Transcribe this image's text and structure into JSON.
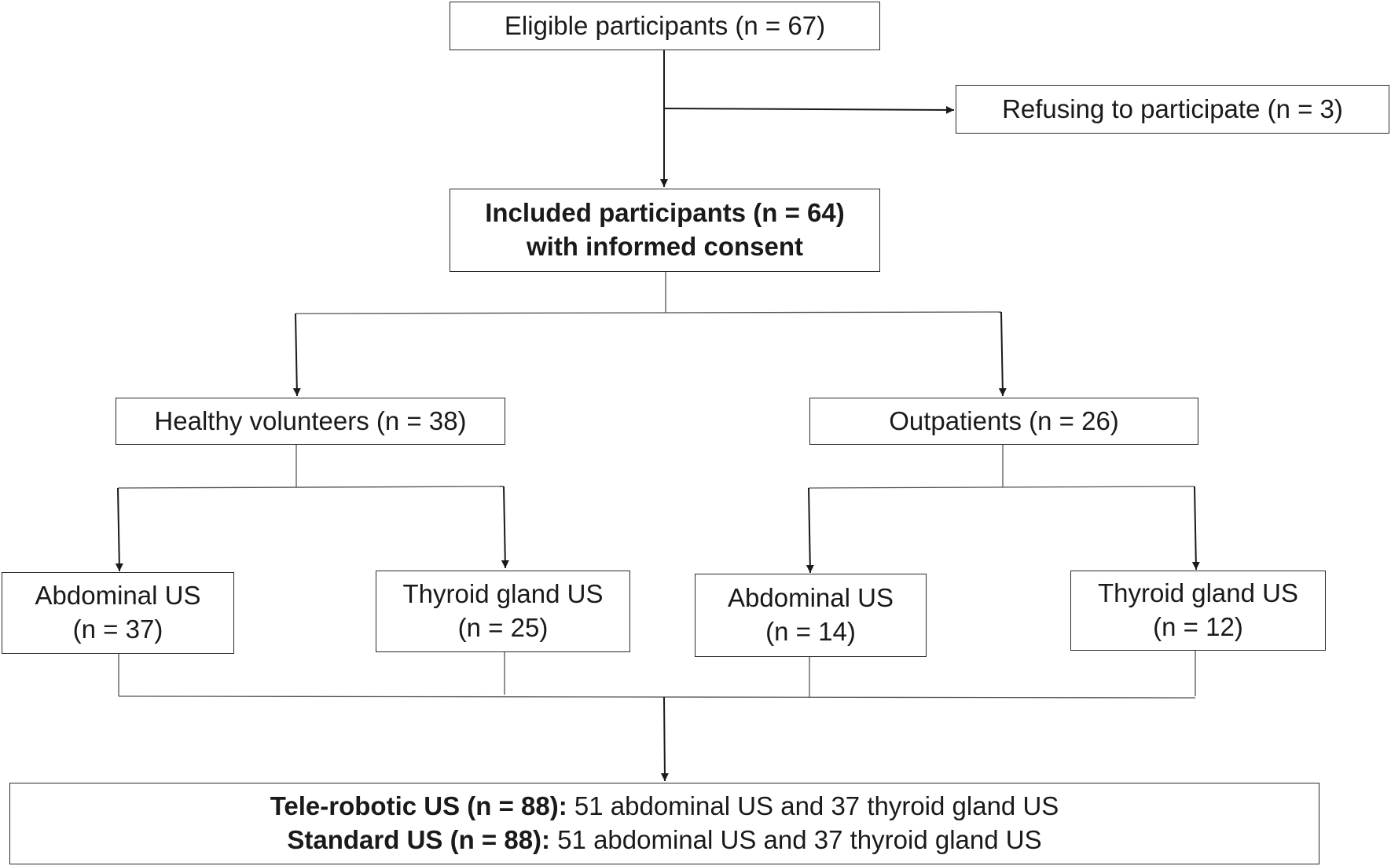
{
  "flowchart": {
    "eligible": {
      "text": "Eligible participants (n = 67)"
    },
    "refusing": {
      "text": "Refusing to participate (n = 3)"
    },
    "included": {
      "line1": "Included participants (n = 64)",
      "line2": "with informed consent"
    },
    "healthy": {
      "text": "Healthy volunteers (n = 38)"
    },
    "outpatients": {
      "text": "Outpatients (n = 26)"
    },
    "healthy_abdominal": {
      "line1": "Abdominal US",
      "line2": "(n = 37)"
    },
    "healthy_thyroid": {
      "line1": "Thyroid gland US",
      "line2": "(n = 25)"
    },
    "outpatient_abdominal": {
      "line1": "Abdominal US",
      "line2": "(n = 14)"
    },
    "outpatient_thyroid": {
      "line1": "Thyroid gland US",
      "line2": "(n = 12)"
    },
    "summary": {
      "telerobotic_label": "Tele-robotic US (n = 88):",
      "telerobotic_detail": " 51 abdominal US and 37 thyroid gland US",
      "standard_label": "Standard US (n = 88):",
      "standard_detail": " 51 abdominal US and 37 thyroid gland US"
    }
  }
}
